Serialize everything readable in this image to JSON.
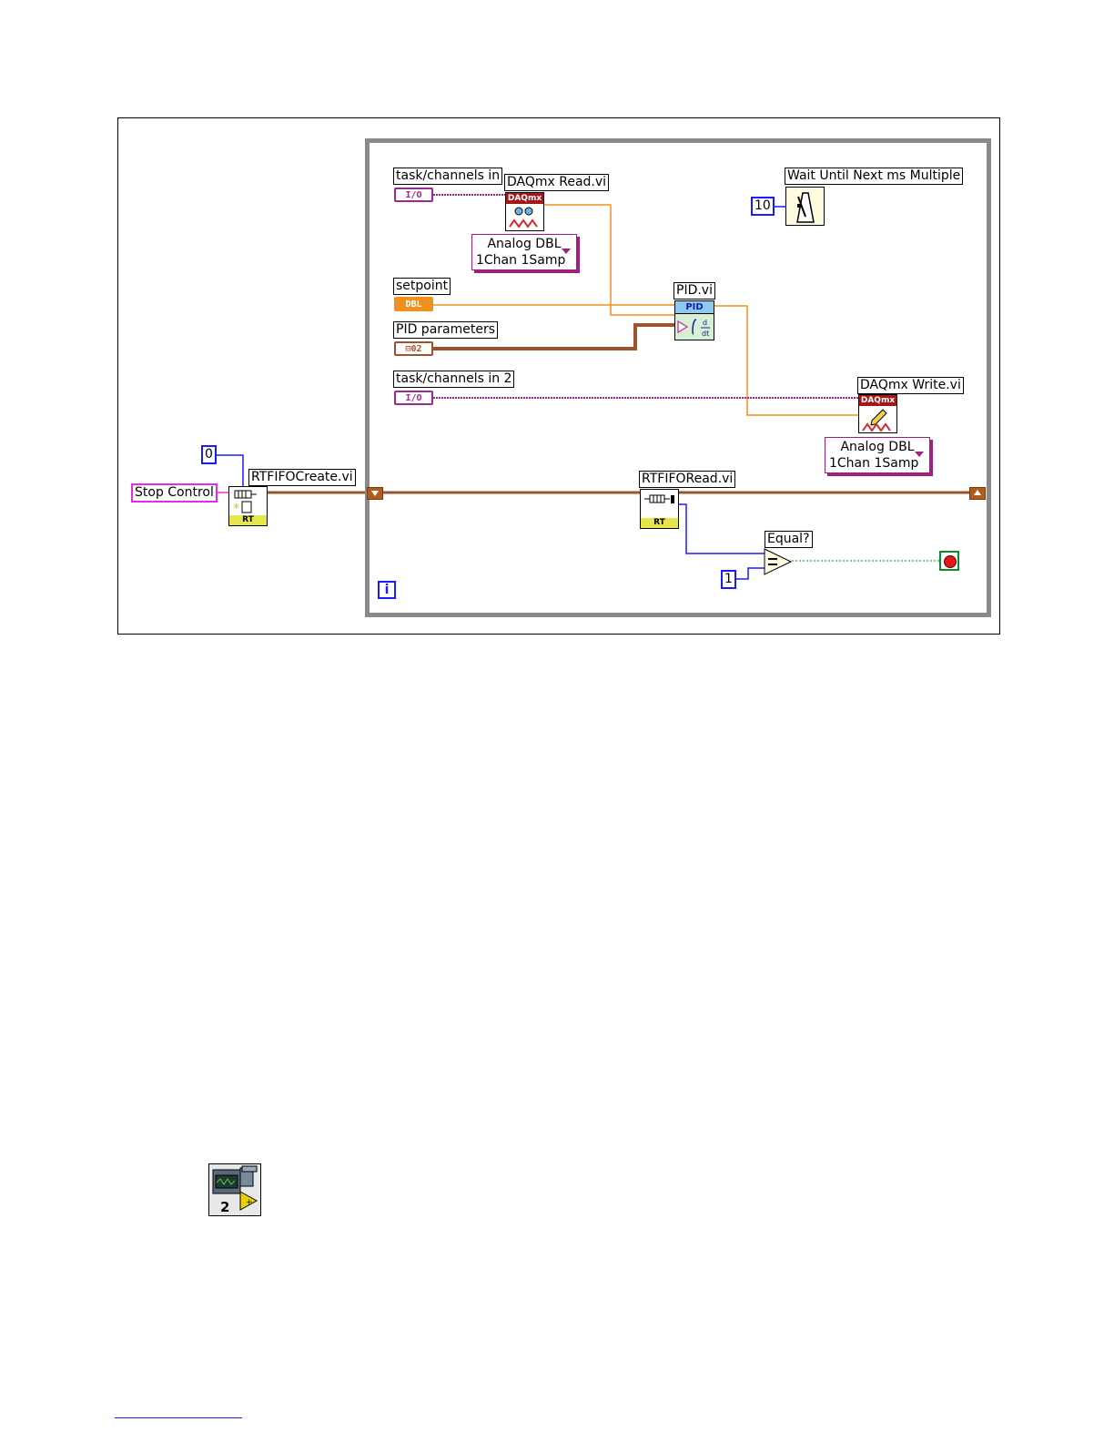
{
  "diagram": {
    "labels": {
      "task_in": "task/channels in",
      "daqmx_read": "DAQmx Read.vi",
      "wait": "Wait Until Next ms Multiple",
      "setpoint": "setpoint",
      "pid_vi": "PID.vi",
      "pid_params": "PID parameters",
      "task_in2": "task/channels in 2",
      "daqmx_write": "DAQmx Write.vi",
      "rtfifo_create": "RTFIFOCreate.vi",
      "rtfifo_read": "RTFIFORead.vi",
      "equal": "Equal?",
      "stop_control": "Stop Control"
    },
    "controls": {
      "io1": "I/O",
      "io2": "I/O",
      "dbl": "DBL",
      "cluster": "⊟02"
    },
    "constants": {
      "wait_ms": "10",
      "fifo_size": "0",
      "compare": "1",
      "iteration": "i"
    },
    "rings": {
      "read_line1": "Analog DBL",
      "read_line2": "1Chan 1Samp",
      "write_line1": "Analog DBL",
      "write_line2": "1Chan 1Samp"
    },
    "icons": {
      "daqmx_banner": "DAQmx",
      "pid_banner": "PID",
      "rt_tag": "RT",
      "legend_number": "2"
    },
    "colors": {
      "io_wire": "#9b2c8f",
      "dbl_wire": "#f0901e",
      "cluster_wire": "#a0522d",
      "int_wire": "#1a1aff",
      "bool_wire": "#0a8a2a",
      "stop_wire": "#e62be6",
      "loop_border": "#8a8a8a"
    }
  }
}
